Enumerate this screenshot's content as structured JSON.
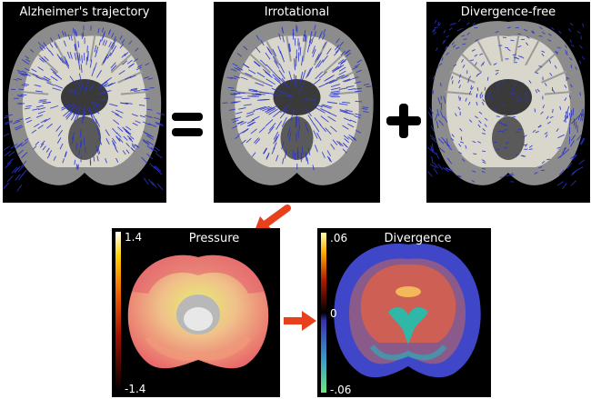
{
  "panels": {
    "trajectory": {
      "title": "Alzheimer's trajectory"
    },
    "irrotational": {
      "title": "Irrotational"
    },
    "divergence_free": {
      "title": "Divergence-free"
    },
    "pressure": {
      "title": "Pressure",
      "cbar_max": "1.4",
      "cbar_min": "-1.4"
    },
    "divergence": {
      "title": "Divergence",
      "cbar_max": ".06",
      "cbar_mid": "0",
      "cbar_min": "-.06"
    }
  },
  "colors": {
    "arrow_red": "#e8401c",
    "vector_blue": "#2a35c9",
    "operator": "#000000"
  }
}
